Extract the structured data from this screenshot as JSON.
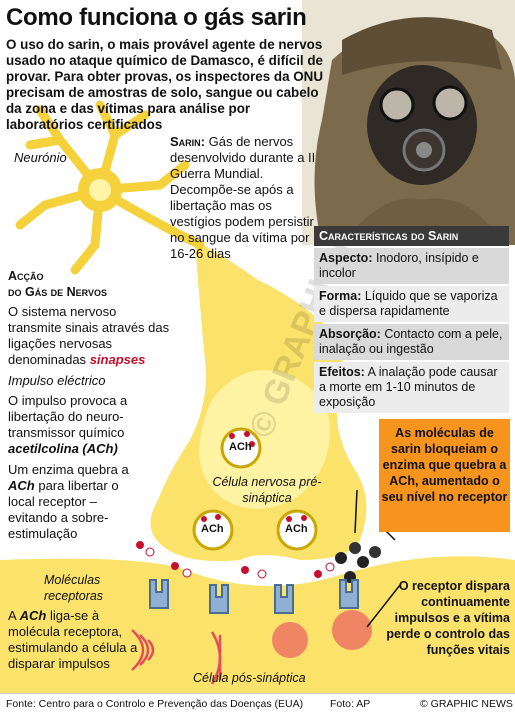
{
  "header": {
    "title": "Como funciona o gás sarin",
    "intro": "O uso do sarin, o mais provável agente de nervos usado no ataque químico de Damasco, é difícil de provar. Para obter provas, os inspectores da ONU precisam de amostras de solo, sangue ou cabelo da zona e das vítimas para análise por laboratórios certificados"
  },
  "sarin": {
    "term": "Sarin:",
    "text": "Gás de nervos desenvolvido durante a II Guerra Mundial. Decompõe-se após a libertação mas os vestígios podem persistir no sangue da vítima por 16-26 dias"
  },
  "characteristics": {
    "heading": "Características do Sarin",
    "aspect_label": "Aspecto:",
    "aspect_text": "Inodoro, insípido e incolor",
    "form_label": "Forma:",
    "form_text": "Líquido que se vaporiza e dispersa rapidamente",
    "absorption_label": "Absorção:",
    "absorption_text": "Contacto com a pele, inalação ou ingestão",
    "effects_label": "Efeitos:",
    "effects_text": "A inalação pode causar a morte em 1-10 minutos de exposição"
  },
  "action": {
    "heading_line1": "Acção",
    "heading_line2": "do Gás de Nervos",
    "p1": "O sistema nervoso transmite sinais através das ligações nervosas denominadas",
    "p1_term": "sinapses",
    "p2": "O impulso provoca a libertação do neuro-transmissor químico",
    "p2_term": "acetilcolina (ACh)",
    "p3_a": "Um enzima quebra a",
    "p3_term": "ACh",
    "p3_b": "para libertar o local receptor – evitando a sobre-estimulação",
    "p4_a": "A",
    "p4_term": "ACh",
    "p4_b": "liga-se à molécula receptora, estimulando a célula a disparar impulsos"
  },
  "labels": {
    "neuron": "Neurónio",
    "impulse": "Impulso eléctrico",
    "receptor_molecules": "Moléculas receptoras",
    "presynaptic": "Célula nervosa pré-sináptica",
    "postsynaptic": "Célula pós-sináptica",
    "ach": "ACh"
  },
  "callouts": {
    "orange": "As moléculas de sarin bloqueiam o enzima que quebra a ACh, aumentado o seu nível no receptor",
    "receptor": "O receptor dispara continuamente impulsos e a vítima perde o controlo das funções vitais"
  },
  "footer": {
    "source": "Fonte: Centro para o Controlo e Prevenção das Doenças (EUA)",
    "photo": "Foto: AP",
    "copyright": "© GRAPHIC NEWS"
  },
  "colors": {
    "callout_orange": "#f7941d",
    "cell_yellow": "#fbe26a",
    "term_red": "#c8102e",
    "heading_dark": "#3a3a3a"
  }
}
